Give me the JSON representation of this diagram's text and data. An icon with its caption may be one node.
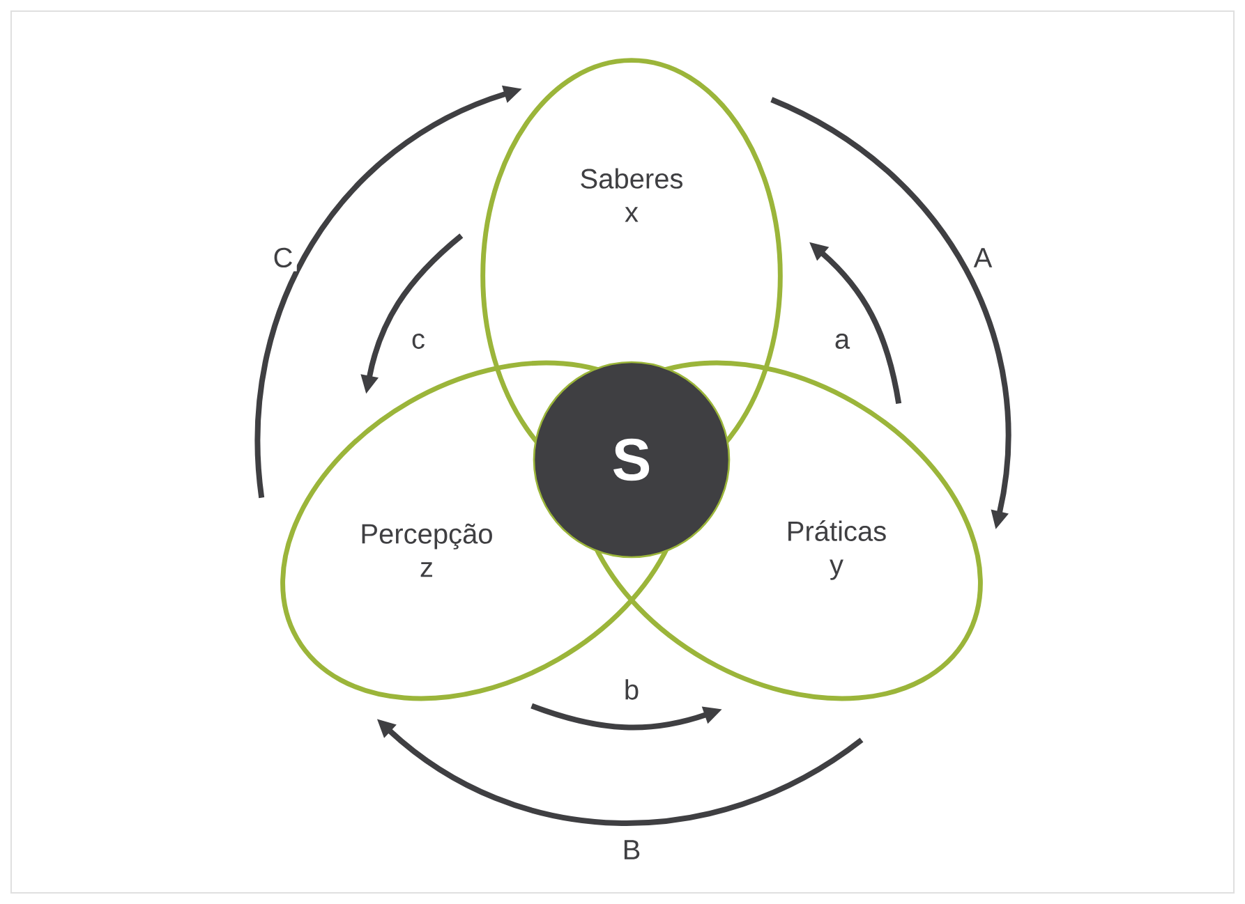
{
  "diagram": {
    "nodes": [
      {
        "text": [
          "Saberes",
          "x"
        ]
      },
      {
        "text": [
          "Práticas",
          "y"
        ]
      },
      {
        "text": [
          "Percepção",
          "z"
        ]
      },
      {
        "text": [
          "S"
        ]
      }
    ],
    "edges": [
      {
        "from": 0,
        "to": 1,
        "arrow": "to",
        "label": "A"
      },
      {
        "from": 1,
        "to": 0,
        "arrow": "to",
        "label": "a"
      },
      {
        "from": 1,
        "to": 2,
        "arrow": "to",
        "label": "B"
      },
      {
        "from": 2,
        "to": 1,
        "arrow": "to",
        "label": "b"
      },
      {
        "from": 2,
        "to": 0,
        "arrow": "to",
        "label": "C"
      },
      {
        "from": 0,
        "to": 2,
        "arrow": "to",
        "label": "c"
      }
    ]
  }
}
